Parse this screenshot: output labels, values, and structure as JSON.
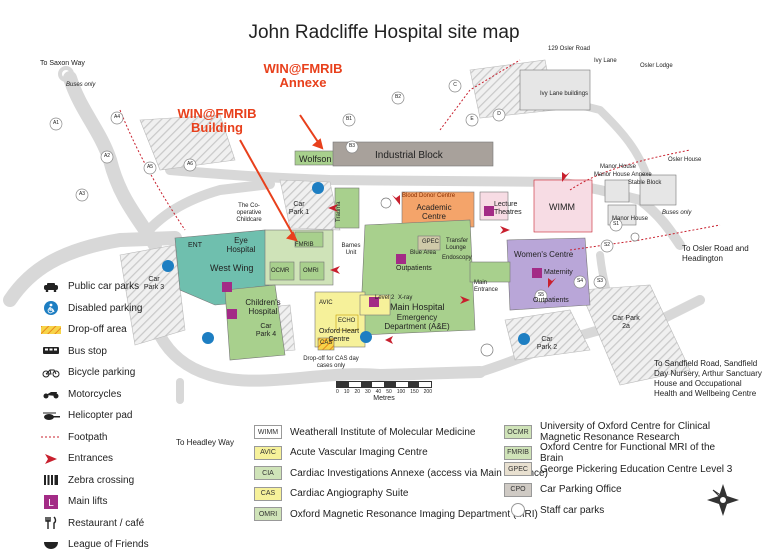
{
  "title": "John Radcliffe Hospital site map",
  "callouts": {
    "annexe_line1": "WIN@FMRIB",
    "annexe_line2": "Annexe",
    "building_line1": "WIN@FMRIB",
    "building_line2": "Building"
  },
  "directions": {
    "saxon_way": "To Saxon Way",
    "buses_only_top": "Buses only",
    "headley_way": "To Headley Way",
    "osler_road": "To Osler Road and Headington",
    "sandfield": "To Sandfield Road, Sandfield Day Nursery, Arthur Sanctuary House and Occupational Health and Wellbeing Centre",
    "buses_only_right": "Buses only"
  },
  "places": {
    "osler_road_129": "129 Osler Road",
    "ivy_lane": "Ivy Lane",
    "osler_lodge": "Osler Lodge",
    "ivy_lane_buildings": "Ivy Lane buildings",
    "osler_house": "Osler House",
    "manor_house": "Manor House",
    "manor_house_annexe": "Manor House Annexe",
    "stable_block": "Stable Block",
    "manor_house_2": "Manor House",
    "wolfson": "Wolfson",
    "industrial_block": "Industrial Block",
    "blood_donor": "Blood Donor Centre",
    "academic_centre": "Academic Centre",
    "lecture_theatres": "Lecture Theatres",
    "wimm": "WIMM",
    "coop": "The Co-operative Childcare",
    "car_park_1": "Car Park 1",
    "trauma": "Trauma",
    "ent": "ENT",
    "eye_hospital": "Eye Hospital",
    "west_wing": "West Wing",
    "fmrib": "FMRIB",
    "barnes_unit": "Barnes Unit",
    "gpec": "GPEC",
    "transfer_lounge": "Transfer Lounge",
    "blue_area": "Blue Area",
    "endoscopy": "Endoscopy",
    "womens_centre": "Women's Centre",
    "maternity": "Maternity",
    "outpatients_right": "Outpatients",
    "car_park_3": "Car Park 3",
    "ocmr": "OCMR",
    "omri": "OMRI",
    "outpatients": "Outpatients",
    "main_entrance": "Main Entrance",
    "childrens_hospital": "Children's Hospital",
    "level2": "Level 2",
    "xray": "X-ray",
    "main_hospital": "Main Hospital",
    "echo": "ECHO",
    "emergency": "Emergency Department (A&E)",
    "car_park_4": "Car Park 4",
    "oxford_heart_centre": "Oxford Heart Centre",
    "avic": "AVIC",
    "cas": "CAS",
    "car_park_2": "Car Park 2",
    "car_park_2a": "Car Park 2a",
    "dropoff_cas": "Drop-off for CAS day cases only",
    "metres": "Metres"
  },
  "bus_stops": [
    "A1",
    "A2",
    "A3",
    "A4",
    "A5",
    "A6",
    "B1",
    "B2",
    "B3",
    "C",
    "D",
    "E",
    "S1",
    "S2",
    "S3",
    "S4",
    "S5"
  ],
  "scale_ticks": [
    "0",
    "10",
    "20",
    "30",
    "40",
    "50",
    "100",
    "150",
    "200"
  ],
  "legend_left": [
    {
      "label": "Public car parks",
      "icon": "car-icon"
    },
    {
      "label": "Disabled parking",
      "icon": "wheelchair-icon"
    },
    {
      "label": "Drop-off area",
      "icon": "dropoff-stripe-icon"
    },
    {
      "label": "Bus stop",
      "icon": "bus-icon"
    },
    {
      "label": "Bicycle parking",
      "icon": "bicycle-icon"
    },
    {
      "label": "Motorcycles",
      "icon": "motorcycle-icon"
    },
    {
      "label": "Helicopter pad",
      "icon": "helicopter-icon"
    },
    {
      "label": "Footpath",
      "icon": "footpath-icon"
    },
    {
      "label": "Entrances",
      "icon": "entrance-arrow-icon"
    },
    {
      "label": "Zebra crossing",
      "icon": "zebra-crossing-icon"
    },
    {
      "label": "Main lifts",
      "icon": "lift-icon"
    },
    {
      "label": "Restaurant / café",
      "icon": "restaurant-icon"
    },
    {
      "label": "League of Friends",
      "icon": "league-of-friends-icon"
    }
  ],
  "legend_middle": [
    {
      "abbr": "WIMM",
      "label": "Weatherall Institute of Molecular Medicine",
      "color": "#ffffff"
    },
    {
      "abbr": "AVIC",
      "label": "Acute Vascular Imaging Centre",
      "color": "#f6f19a"
    },
    {
      "abbr": "CIA",
      "label": "Cardiac Investigations Annexe (access via Main Entrance)",
      "color": "#cfe3b8"
    },
    {
      "abbr": "CAS",
      "label": "Cardiac Angiography Suite",
      "color": "#f6f19a"
    },
    {
      "abbr": "OMRI",
      "label": "Oxford Magnetic Resonance Imaging Department (MRI)",
      "color": "#cfe3b8"
    }
  ],
  "legend_right": [
    {
      "abbr": "OCMR",
      "label": "University of Oxford Centre for Clinical Magnetic Resonance Research",
      "color": "#cfe3b8"
    },
    {
      "abbr": "FMRIB",
      "label": "Oxford Centre for Functional MRI of the Brain",
      "color": "#cfe3b8"
    },
    {
      "abbr": "GPEC",
      "label": "George Pickering Education Centre Level 3",
      "color": "#e8e0d0"
    },
    {
      "abbr": "CPO",
      "label": "Car Parking Office",
      "color": "#cfcac4"
    },
    {
      "abbr": "",
      "label": "Staff car parks",
      "color": "#ffffff"
    }
  ],
  "colors": {
    "callout": "#e8401c",
    "teal_building": "#6fbfae",
    "green_building": "#a8d08d",
    "orange_building": "#f4a46a",
    "purple_building": "#b9a6d8",
    "pink_building": "#f7dce4",
    "yellow_building": "#f6f19a",
    "grey_building": "#a8a19b",
    "road": "#d8d8d8",
    "lift": "#a32b86",
    "disabled": "#1d7ec2",
    "entrance": "#c8202e"
  }
}
